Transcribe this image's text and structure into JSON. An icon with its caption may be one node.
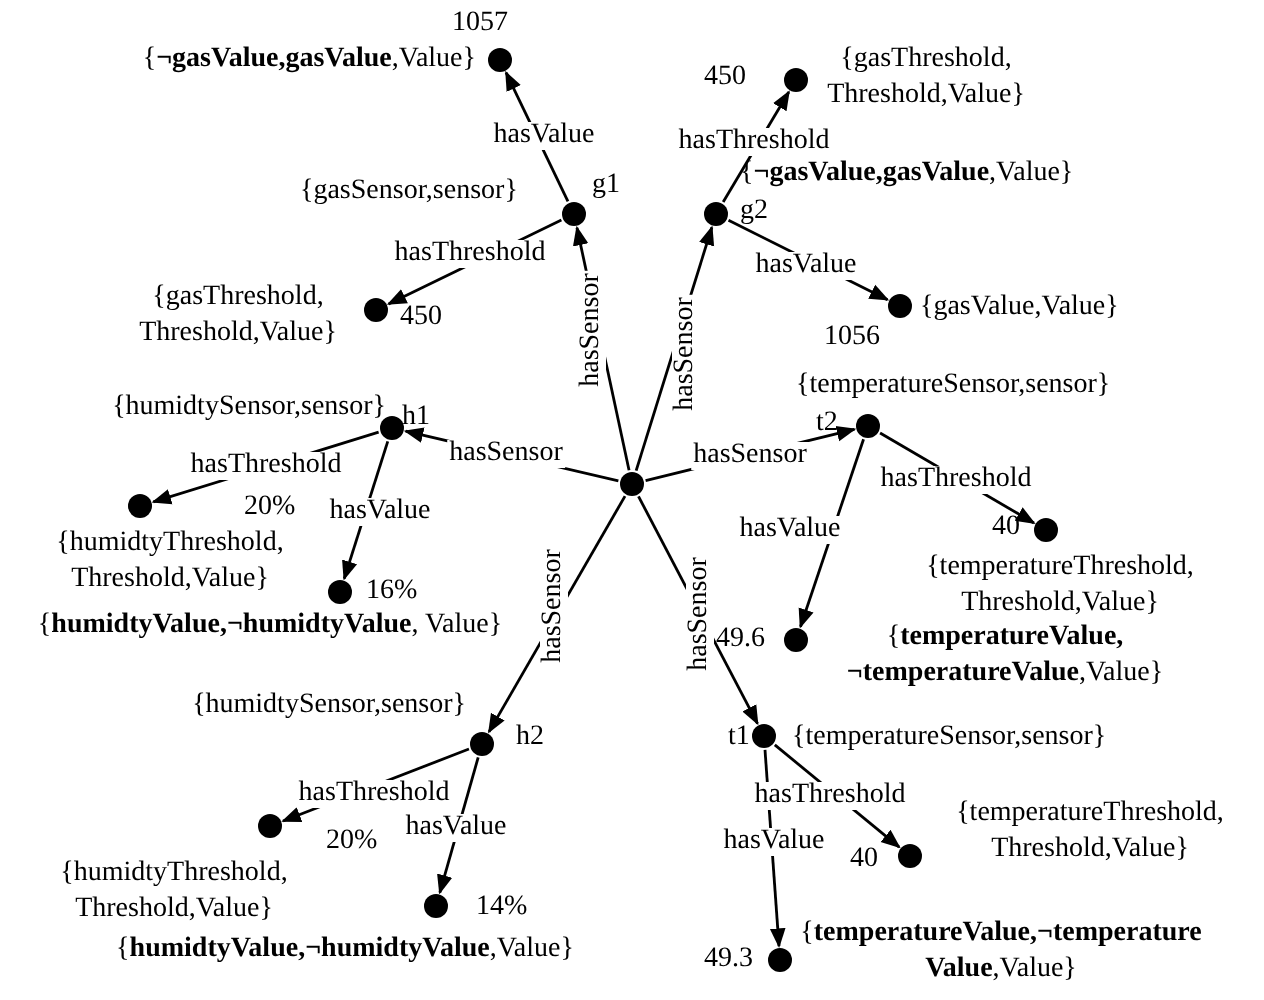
{
  "diagram": {
    "nodes": [
      {
        "text": [],
        "shape": "circle"
      },
      {
        "text": [],
        "shape": "circle",
        "beside": [
          "{gasSensor,sensor}",
          "g1"
        ]
      },
      {
        "text": [],
        "shape": "circle",
        "beside": [
          "1057",
          "{**¬gasValue,gasValue**,Value}"
        ]
      },
      {
        "text": [],
        "shape": "circle",
        "beside": [
          "{gasThreshold, Threshold,Value}",
          "450"
        ]
      },
      {
        "text": [],
        "shape": "circle",
        "beside": [
          "{humidtySensor,sensor}",
          "h1"
        ]
      },
      {
        "text": [],
        "shape": "circle",
        "beside": [
          "20%",
          "{humidtyThreshold, Threshold,Value}"
        ]
      },
      {
        "text": [],
        "shape": "circle",
        "beside": [
          "16%",
          "{**humidtyValue,¬humidtyValue**, Value}"
        ]
      },
      {
        "text": [],
        "shape": "circle",
        "beside": [
          "{humidtySensor,sensor}",
          "h2"
        ]
      },
      {
        "text": [],
        "shape": "circle",
        "beside": [
          "20%",
          "{humidtyThreshold, Threshold,Value}"
        ]
      },
      {
        "text": [],
        "shape": "circle",
        "beside": [
          "14%",
          "{**humidtyValue,¬humidtyValue**,Value}"
        ]
      },
      {
        "text": [],
        "shape": "circle",
        "beside": [
          "{**¬gasValue,gasValue**,Value}",
          "g2"
        ]
      },
      {
        "text": [],
        "shape": "circle",
        "beside": [
          "450",
          "{gasThreshold, Threshold,Value}"
        ]
      },
      {
        "text": [],
        "shape": "circle",
        "beside": [
          "1056",
          "{gasValue,Value}"
        ]
      },
      {
        "text": [],
        "shape": "circle",
        "beside": [
          "{temperatureSensor,sensor}",
          "t2"
        ]
      },
      {
        "text": [],
        "shape": "circle",
        "beside": [
          "40",
          "{temperatureThreshold, Threshold,Value}"
        ]
      },
      {
        "text": [],
        "shape": "circle",
        "beside": [
          "49.6",
          "{**temperatureValue, ¬temperatureValue**,Value}"
        ]
      },
      {
        "text": [],
        "shape": "circle",
        "beside": [
          "t1",
          "{temperatureSensor,sensor}"
        ]
      },
      {
        "text": [],
        "shape": "circle",
        "beside": [
          "40",
          "{temperatureThreshold, Threshold,Value}"
        ]
      },
      {
        "text": [],
        "shape": "circle",
        "beside": [
          "49.3",
          "{**temperatureValue,¬temperatureValue**,Value}"
        ]
      }
    ],
    "edges": [
      {
        "from": 0,
        "to": 1,
        "arrow": "to",
        "label": "hasSensor"
      },
      {
        "from": 1,
        "to": 2,
        "arrow": "to",
        "label": "hasValue"
      },
      {
        "from": 1,
        "to": 3,
        "arrow": "to",
        "label": "hasThreshold"
      },
      {
        "from": 0,
        "to": 4,
        "arrow": "to",
        "label": "hasSensor"
      },
      {
        "from": 4,
        "to": 5,
        "arrow": "to",
        "label": "hasThreshold"
      },
      {
        "from": 4,
        "to": 6,
        "arrow": "to",
        "label": "hasValue"
      },
      {
        "from": 0,
        "to": 7,
        "arrow": "to",
        "label": "hasSensor"
      },
      {
        "from": 7,
        "to": 8,
        "arrow": "to",
        "label": "hasThreshold"
      },
      {
        "from": 7,
        "to": 9,
        "arrow": "to",
        "label": "hasValue"
      },
      {
        "from": 0,
        "to": 10,
        "arrow": "to",
        "label": "hasSensor"
      },
      {
        "from": 10,
        "to": 11,
        "arrow": "to",
        "label": "hasThreshold"
      },
      {
        "from": 10,
        "to": 12,
        "arrow": "to",
        "label": "hasValue"
      },
      {
        "from": 0,
        "to": 13,
        "arrow": "to",
        "label": "hasSensor"
      },
      {
        "from": 13,
        "to": 14,
        "arrow": "to",
        "label": "hasThreshold"
      },
      {
        "from": 13,
        "to": 15,
        "arrow": "to",
        "label": "hasValue"
      },
      {
        "from": 0,
        "to": 16,
        "arrow": "to",
        "label": "hasSensor"
      },
      {
        "from": 16,
        "to": 17,
        "arrow": "to",
        "label": "hasThreshold"
      },
      {
        "from": 16,
        "to": 18,
        "arrow": "to",
        "label": "hasValue"
      }
    ]
  }
}
